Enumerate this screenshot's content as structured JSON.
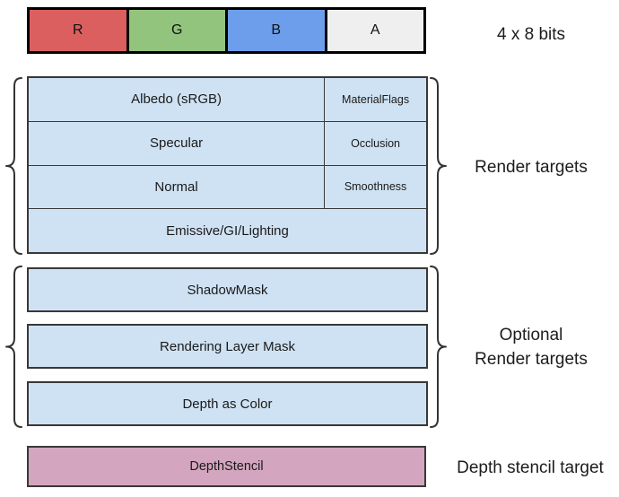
{
  "format_bar": {
    "bits_label": "4 x 8 bits",
    "channels": [
      {
        "label": "R",
        "color": "#DC5F5F"
      },
      {
        "label": "G",
        "color": "#93C47D"
      },
      {
        "label": "B",
        "color": "#6D9EEB"
      },
      {
        "label": "A",
        "color": "#EFEFEF"
      }
    ]
  },
  "render_targets": {
    "label": "Render targets",
    "fill_color": "#CFE2F3",
    "rows": [
      {
        "main": "Albedo (sRGB)",
        "alpha": "MaterialFlags"
      },
      {
        "main": "Specular",
        "alpha": "Occlusion"
      },
      {
        "main": "Normal",
        "alpha": "Smoothness"
      },
      {
        "main": "Emissive/GI/Lighting"
      }
    ]
  },
  "optional_render_targets": {
    "label": "Optional\nRender targets",
    "fill_color": "#CFE2F3",
    "boxes": [
      "ShadowMask",
      "Rendering Layer Mask",
      "Depth as Color"
    ]
  },
  "depth_stencil": {
    "box_label": "DepthStencil",
    "label": "Depth stencil target",
    "fill_color": "#D3A5BE"
  }
}
